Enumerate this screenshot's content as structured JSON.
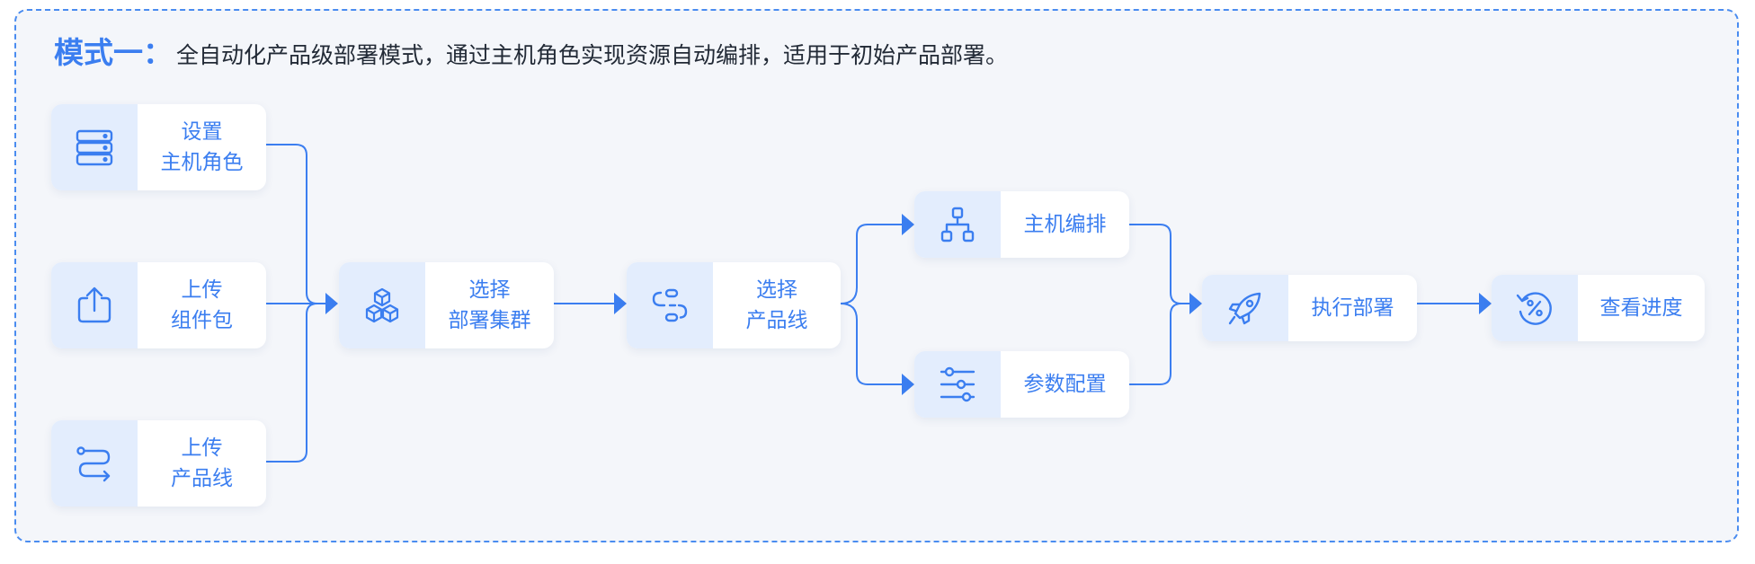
{
  "heading": {
    "mode": "模式一：",
    "description": "全自动化产品级部署模式，通过主机角色实现资源自动编排，适用于初始产品部署。"
  },
  "colors": {
    "accent": "#3b7ef0",
    "icon_bg": "#e3edfd",
    "background": "#f4f6fa",
    "border": "#4a8cf0"
  },
  "nodes": {
    "set_host_role": {
      "line1": "设置",
      "line2": "主机角色",
      "icon": "server-icon"
    },
    "upload_package": {
      "line1": "上传",
      "line2": "组件包",
      "icon": "upload-icon"
    },
    "upload_product_line": {
      "line1": "上传",
      "line2": "产品线",
      "icon": "route-icon"
    },
    "select_cluster": {
      "line1": "选择",
      "line2": "部署集群",
      "icon": "cubes-icon"
    },
    "select_product_line": {
      "line1": "选择",
      "line2": "产品线",
      "icon": "chain-icon"
    },
    "host_orchestration": {
      "label": "主机编排",
      "icon": "hierarchy-icon"
    },
    "parameter_config": {
      "label": "参数配置",
      "icon": "sliders-icon"
    },
    "execute_deploy": {
      "label": "执行部署",
      "icon": "rocket-icon"
    },
    "view_progress": {
      "label": "查看进度",
      "icon": "progress-percent-icon"
    }
  }
}
